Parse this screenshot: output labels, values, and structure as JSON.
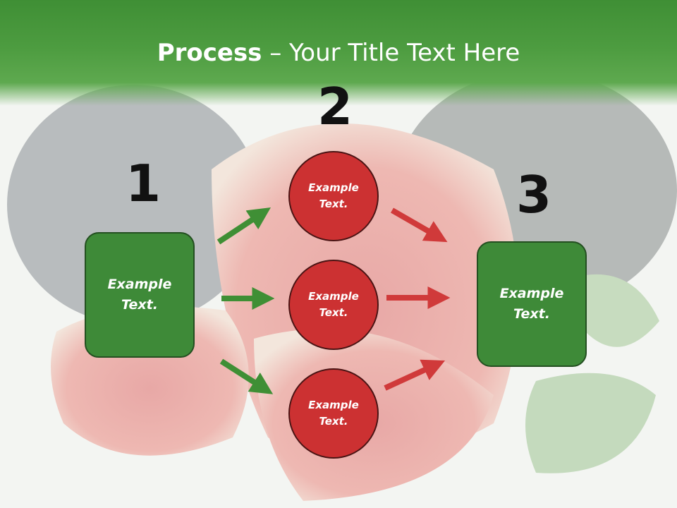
{
  "slide": {
    "title_bold": "Process",
    "title_rest": " – Your Title Text Here"
  },
  "steps": {
    "n1": "1",
    "n2": "2",
    "n3": "3"
  },
  "boxes": {
    "left": "Example\nText.",
    "right": "Example\nText."
  },
  "circles": {
    "top": "Example\nText.",
    "middle": "Example\nText.",
    "bottom": "Example\nText."
  },
  "colors": {
    "header_green": "#4d9c40",
    "box_green": "#3e8a38",
    "circle_red": "#cc3132",
    "arrow_green": "#3f8f35",
    "arrow_red": "#d03a3a"
  }
}
